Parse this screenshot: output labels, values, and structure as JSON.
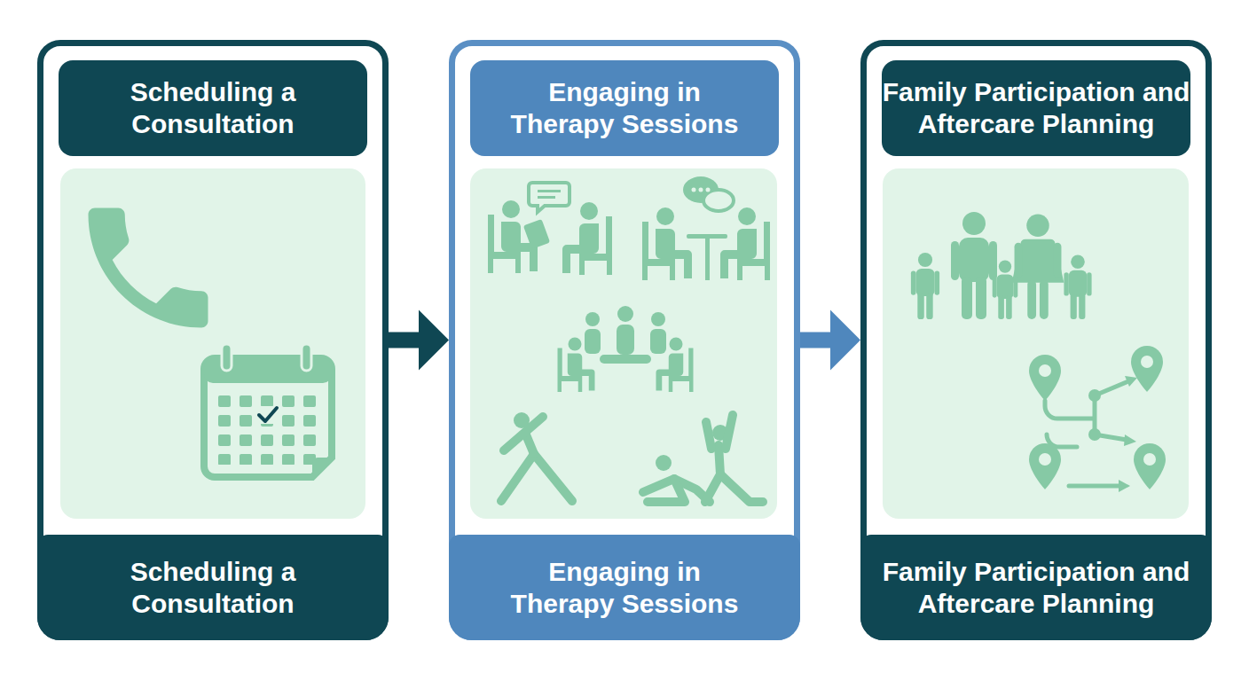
{
  "diagram": {
    "nodes": [
      {
        "text": [
          "Scheduling a Consultation",
          "Scheduling a Consultation"
        ]
      },
      {
        "text": [
          "Engaging in Therapy Sessions",
          "Engaging in Therapy Sessions"
        ]
      },
      {
        "text": [
          "Family Participation and Aftercare Planning",
          "Family Participation and Aftercare Planning"
        ]
      }
    ],
    "edges": [
      {
        "from": 0,
        "to": 1,
        "arrow": "to"
      },
      {
        "from": 1,
        "to": 2,
        "arrow": "to"
      }
    ]
  }
}
